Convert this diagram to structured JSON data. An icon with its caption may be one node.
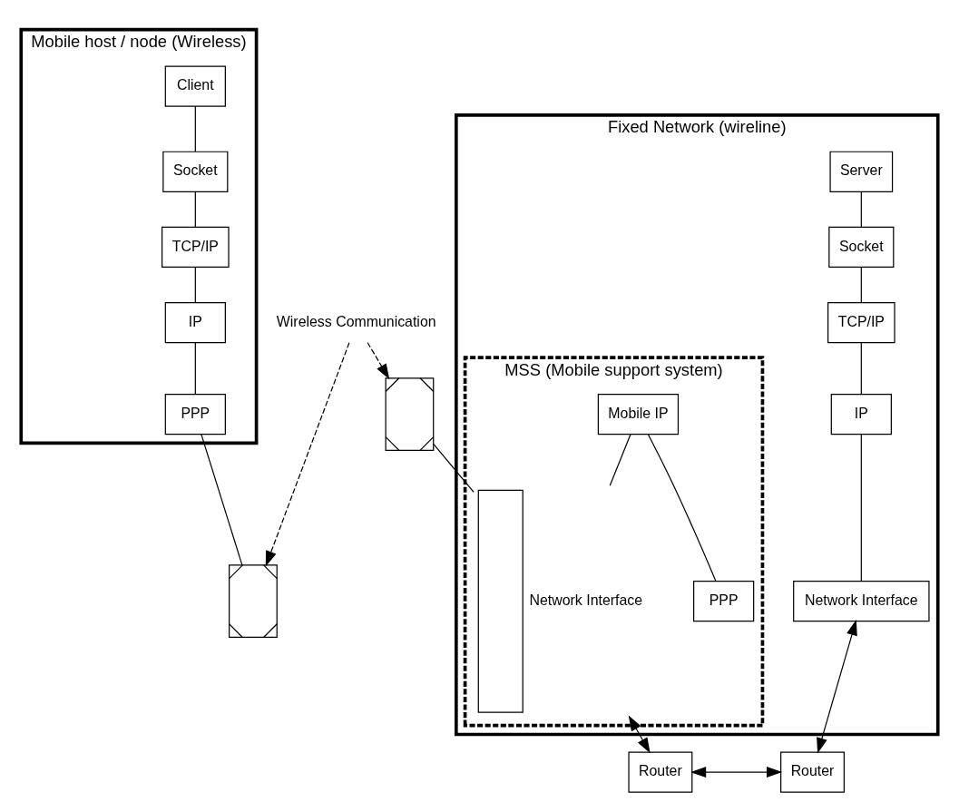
{
  "diagram": {
    "nodes": [
      {
        "text": [
          "Mobile host / node (Wireless)"
        ]
      },
      {
        "text": [
          "Client"
        ],
        "in": 0
      },
      {
        "text": [
          "Socket"
        ],
        "in": 0
      },
      {
        "text": [
          "TCP/IP"
        ],
        "in": 0
      },
      {
        "text": [
          "IP"
        ],
        "in": 0
      },
      {
        "text": [
          "PPP"
        ],
        "in": 0
      },
      {
        "text": [
          "Fixed Network (wireline)"
        ]
      },
      {
        "text": [
          "MSS (Mobile support system)"
        ],
        "in": 6
      },
      {
        "text": [
          "Mobile IP"
        ],
        "in": 7
      },
      {
        "text": [
          "PPP"
        ],
        "in": 7
      },
      {
        "text": [],
        "shape": "bar",
        "beside": [
          "Network Interface"
        ],
        "in": 7
      },
      {
        "text": [
          "Server"
        ],
        "in": 6
      },
      {
        "text": [
          "Socket"
        ],
        "in": 6
      },
      {
        "text": [
          "TCP/IP"
        ],
        "in": 6
      },
      {
        "text": [
          "IP"
        ],
        "in": 6
      },
      {
        "text": [
          "Network Interface"
        ],
        "in": 6
      },
      {
        "text": [],
        "shape": "box"
      },
      {
        "text": [
          "Wireless Communication"
        ]
      },
      {
        "text": [],
        "shape": "box"
      },
      {
        "text": [
          "Router"
        ]
      },
      {
        "text": [
          "Router"
        ]
      }
    ],
    "edges": [
      {
        "from": 1,
        "to": 2,
        "arrow": "none"
      },
      {
        "from": 2,
        "to": 3,
        "arrow": "none"
      },
      {
        "from": 3,
        "to": 4,
        "arrow": "none"
      },
      {
        "from": 4,
        "to": 5,
        "arrow": "none"
      },
      {
        "from": 5,
        "to": 18,
        "arrow": "none"
      },
      {
        "from": 16,
        "to": 10,
        "arrow": "none"
      },
      {
        "from": 8,
        "to": 9,
        "arrow": "none"
      },
      {
        "from": 8,
        "to": 10,
        "arrow": "none"
      },
      {
        "from": 11,
        "to": 12,
        "arrow": "none"
      },
      {
        "from": 12,
        "to": 13,
        "arrow": "none"
      },
      {
        "from": 13,
        "to": 14,
        "arrow": "none"
      },
      {
        "from": 14,
        "to": 15,
        "arrow": "none"
      },
      {
        "from": 17,
        "to": 16,
        "arrow": "to",
        "style": "dashed"
      },
      {
        "from": 17,
        "to": 18,
        "arrow": "to",
        "style": "dashed"
      },
      {
        "from": 10,
        "to": 19,
        "arrow": "both"
      },
      {
        "from": 15,
        "to": 20,
        "arrow": "both"
      },
      {
        "from": 19,
        "to": 20,
        "arrow": "both"
      }
    ]
  }
}
